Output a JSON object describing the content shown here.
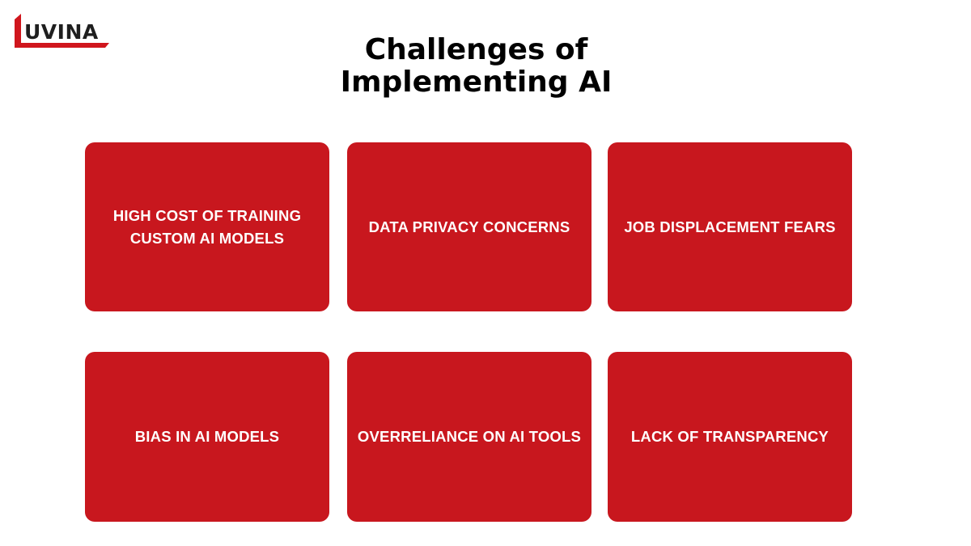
{
  "logo": {
    "text": "UVINA",
    "accent_color": "#d0161d",
    "text_color": "#1f1f1f"
  },
  "header": {
    "title_line1": "Challenges of",
    "title_line2": "Implementing AI"
  },
  "cards": [
    {
      "label": "HIGH COST OF TRAINING\nCUSTOM AI MODELS"
    },
    {
      "label": "DATA PRIVACY CONCERNS"
    },
    {
      "label": "JOB DISPLACEMENT FEARS"
    },
    {
      "label": "BIAS IN AI MODELS"
    },
    {
      "label": "OVERRELIANCE ON AI TOOLS"
    },
    {
      "label": "LACK OF TRANSPARENCY"
    }
  ],
  "colors": {
    "card_background": "#c8171e",
    "card_text": "#ffffff",
    "title_text": "#000000",
    "page_background": "#ffffff"
  }
}
